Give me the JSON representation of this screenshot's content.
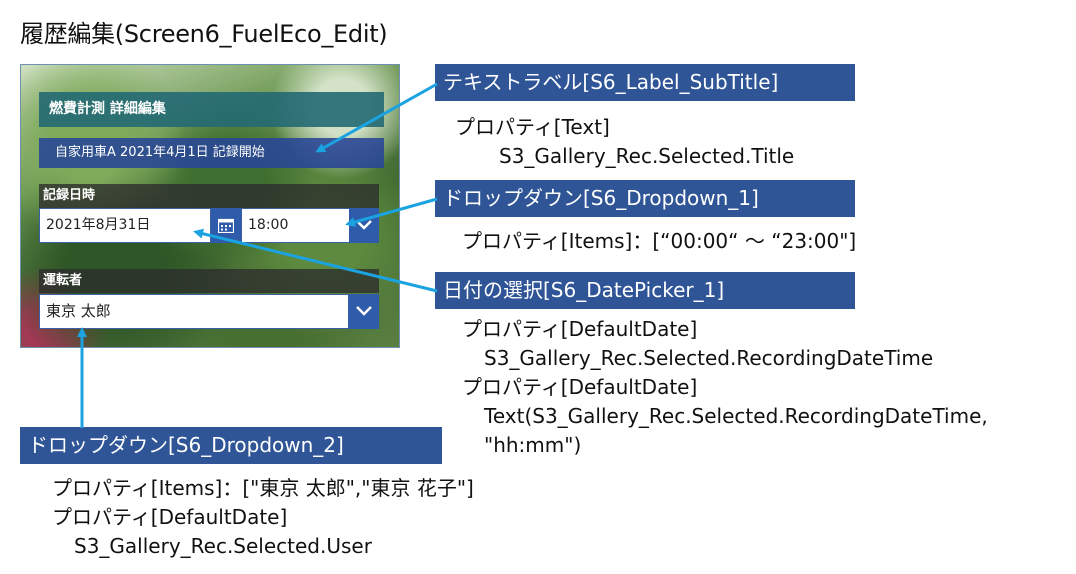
{
  "page_title": "履歴編集(Screen6_FuelEco_Edit)",
  "app": {
    "header": "燃費計測 詳細編集",
    "subtitle": "自家用車A 2021年4月1日 記録開始",
    "record_datetime_label": "記録日時",
    "date_value": "2021年8月31日",
    "time_value": "18:00",
    "driver_label": "運転者",
    "driver_value": "東京 太郎"
  },
  "callouts": {
    "label_subtitle": {
      "title": "テキストラベル[S6_Label_SubTitle]",
      "lines": [
        "プロパティ[Text]",
        "S3_Gallery_Rec.Selected.Title"
      ]
    },
    "dropdown_1": {
      "title": "ドロップダウン[S6_Dropdown_1]",
      "lines": [
        "プロパティ[Items]：[“00:00“ ～ “23:00\"]"
      ]
    },
    "datepicker_1": {
      "title": "日付の選択[S6_DatePicker_1]",
      "lines": [
        "プロパティ[DefaultDate]",
        "S3_Gallery_Rec.Selected.RecordingDateTime",
        "プロパティ[DefaultDate]",
        "Text(S3_Gallery_Rec.Selected.RecordingDateTime,",
        "\"hh:mm\")"
      ]
    },
    "dropdown_2": {
      "title": "ドロップダウン[S6_Dropdown_2]",
      "lines": [
        "プロパティ[Items]：[\"東京 太郎\",\"東京 花子\"]",
        "プロパティ[DefaultDate]",
        "S3_Gallery_Rec.Selected.User"
      ]
    }
  },
  "colors": {
    "callout_bg": "#2f5597",
    "arrow": "#1aa3e0",
    "control_accent": "#2f5bab"
  }
}
